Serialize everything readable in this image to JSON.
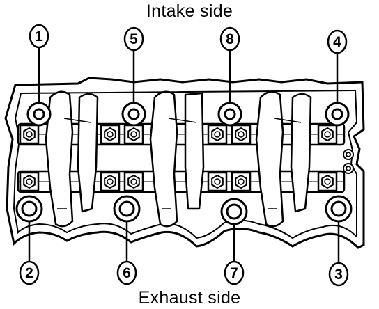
{
  "labels": {
    "intake": "Intake side",
    "exhaust": "Exhaust side"
  },
  "callouts": [
    {
      "num": "1"
    },
    {
      "num": "5"
    },
    {
      "num": "8"
    },
    {
      "num": "4"
    },
    {
      "num": "2"
    },
    {
      "num": "6"
    },
    {
      "num": "7"
    },
    {
      "num": "3"
    }
  ],
  "colors": {
    "ink": "#000000",
    "paper": "#ffffff",
    "shade": "#d8d8d8"
  }
}
